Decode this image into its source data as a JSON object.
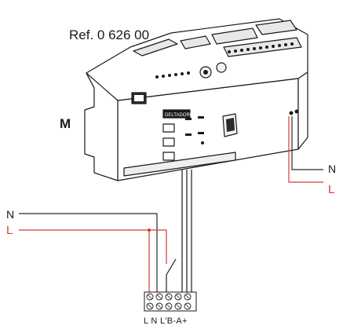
{
  "reference_label": "Ref. 0 626 00",
  "module_label": "M",
  "right_terminals": {
    "neutral": "N",
    "line": "L"
  },
  "left_supply": {
    "neutral": "N",
    "line": "L"
  },
  "terminal_block_label": "L N L'B-A+",
  "device_brand_mark": "DELTADORE",
  "colors": {
    "line_wire": "#d93a3a",
    "neutral_wire": "#2a2a2a",
    "device_outline": "#1a1a1a"
  }
}
